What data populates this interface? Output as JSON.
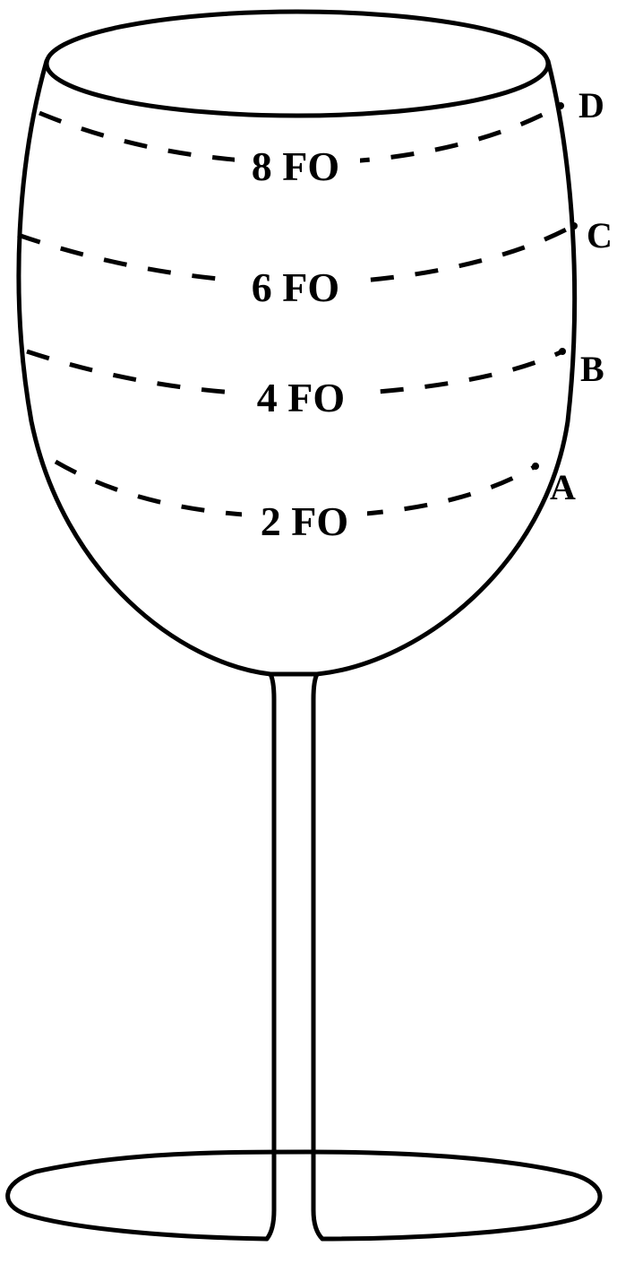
{
  "glass": {
    "levels": [
      {
        "marker": "A",
        "label": "2 FO"
      },
      {
        "marker": "B",
        "label": "4 FO"
      },
      {
        "marker": "C",
        "label": "6 FO"
      },
      {
        "marker": "D",
        "label": "8 FO"
      }
    ]
  }
}
